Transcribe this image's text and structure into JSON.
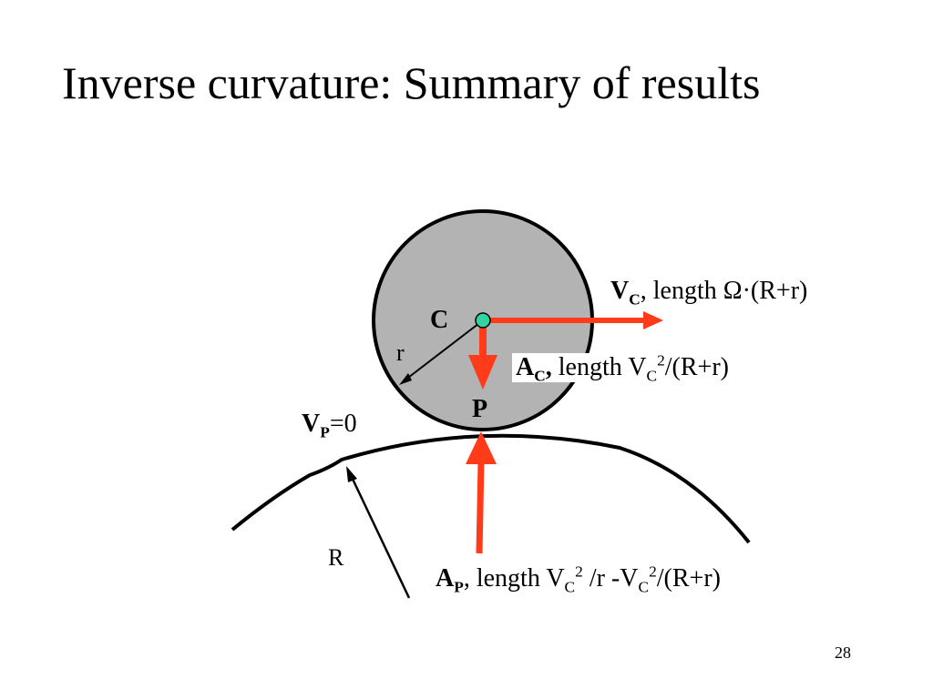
{
  "slide": {
    "title": "Inverse curvature: Summary of results",
    "page_number": "28"
  },
  "labels": {
    "center": "C",
    "contact_point": "P",
    "small_radius": "r",
    "large_radius": "R",
    "vp": {
      "main": "V",
      "sub": "P",
      "rest": "=0"
    },
    "vc": {
      "main": "V",
      "sub": "C",
      "rest": ", length Ω·(R+r)"
    },
    "ac": {
      "main": "A",
      "sub": "C",
      "comma": ",",
      "rest1": " length V",
      "sub2": "C",
      "sup2": "2",
      "rest2": "/(R+r)"
    },
    "ap": {
      "main": "A",
      "sub": "P",
      "rest1": ", length V",
      "sub2": "C",
      "sup2": "2",
      "rest2": " /r -V",
      "sub3": "C",
      "sup3": "2",
      "rest3": "/(R+r)"
    }
  },
  "colors": {
    "disk_fill": "#b3b3b3",
    "arrow": "#ff3b1a",
    "center_dot": "#2fd4a0",
    "ink": "#000000"
  }
}
